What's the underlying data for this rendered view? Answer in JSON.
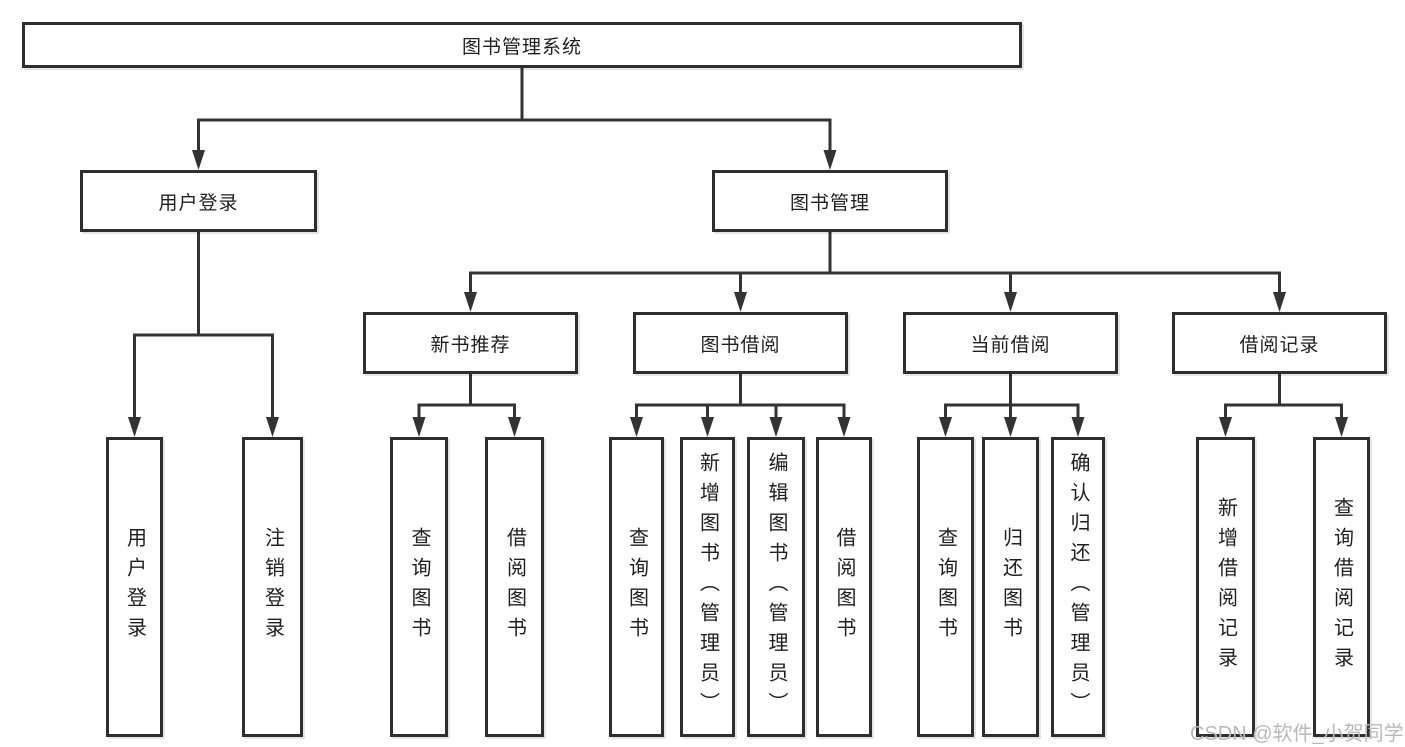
{
  "tree": {
    "root": {
      "label": "图书管理系统"
    },
    "branches": [
      {
        "label": "用户登录",
        "children": [
          {
            "label": "用户登录"
          },
          {
            "label": "注销登录"
          }
        ]
      },
      {
        "label": "图书管理",
        "sections": [
          {
            "label": "新书推荐",
            "children": [
              {
                "label": "查询图书"
              },
              {
                "label": "借阅图书"
              }
            ]
          },
          {
            "label": "图书借阅",
            "children": [
              {
                "label": "查询图书"
              },
              {
                "label": "新增图书（管理员）"
              },
              {
                "label": "编辑图书（管理员）"
              },
              {
                "label": "借阅图书"
              }
            ]
          },
          {
            "label": "当前借阅",
            "children": [
              {
                "label": "查询图书"
              },
              {
                "label": "归还图书"
              },
              {
                "label": "确认归还（管理员）"
              }
            ]
          },
          {
            "label": "借阅记录",
            "children": [
              {
                "label": "新增借阅记录"
              },
              {
                "label": "查询借阅记录"
              }
            ]
          }
        ]
      }
    ]
  },
  "watermark": {
    "text": "CSDN @软件_小贺同学"
  },
  "colors": {
    "line": "#333333",
    "border": "#2e2e2e",
    "text": "#1f1f1f",
    "background": "#ffffff",
    "watermark": "#b9b9b9"
  }
}
